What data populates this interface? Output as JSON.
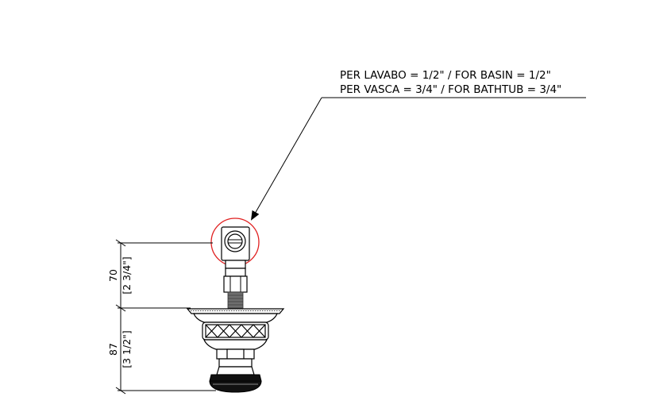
{
  "callout": {
    "line1": "PER LAVABO = 1/2\" / FOR BASIN = 1/2\"",
    "line2": "PER VASCA = 3/4\" / FOR BATHTUB = 3/4\"",
    "highlight_color": "#e02020"
  },
  "dimensions": {
    "upper": {
      "value": "70",
      "imperial": "[2 3/4\"]"
    },
    "lower": {
      "value": "87",
      "imperial": "[3 1/2\"]"
    }
  }
}
